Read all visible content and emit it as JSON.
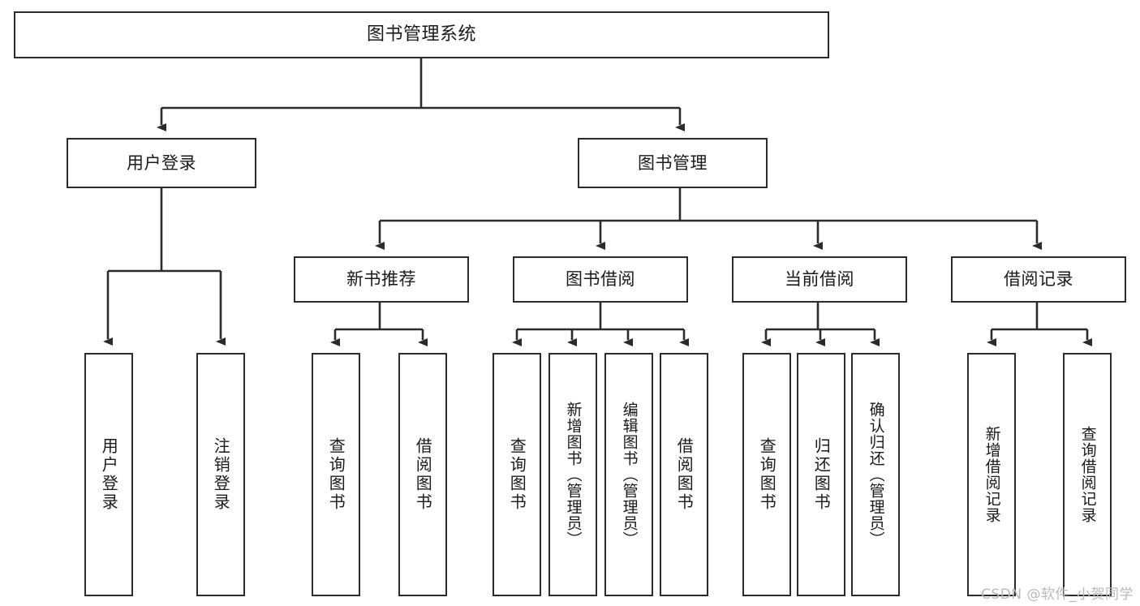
{
  "diagram": {
    "title": "图书管理系统",
    "type": "tree",
    "colors": {
      "stroke": "#2b2b2b",
      "fill": "#ffffff",
      "text": "#1a1a1a",
      "watermark": "#b9b9b9"
    },
    "watermark": "CSDN @软件_小贺同学"
  },
  "nodes": {
    "root": {
      "label": "图书管理系统"
    },
    "level2": [
      {
        "id": "user-login",
        "label": "用户登录"
      },
      {
        "id": "book-manage",
        "label": "图书管理"
      }
    ],
    "level3": [
      {
        "id": "new-book-rec",
        "label": "新书推荐"
      },
      {
        "id": "book-borrow",
        "label": "图书借阅"
      },
      {
        "id": "current-borrow",
        "label": "当前借阅"
      },
      {
        "id": "borrow-record",
        "label": "借阅记录"
      }
    ],
    "leaves": [
      {
        "id": "leaf-user-login",
        "label": "用户登录",
        "parent": "user-login"
      },
      {
        "id": "leaf-logout",
        "label": "注销登录",
        "parent": "user-login"
      },
      {
        "id": "leaf-query-book-1",
        "label": "查询图书",
        "parent": "new-book-rec"
      },
      {
        "id": "leaf-borrow-book-1",
        "label": "借阅图书",
        "parent": "new-book-rec"
      },
      {
        "id": "leaf-query-book-2",
        "label": "查询图书",
        "parent": "book-borrow"
      },
      {
        "id": "leaf-add-book",
        "label": "新增图书（管理员）",
        "parent": "book-borrow"
      },
      {
        "id": "leaf-edit-book",
        "label": "编辑图书（管理员）",
        "parent": "book-borrow"
      },
      {
        "id": "leaf-borrow-book-2",
        "label": "借阅图书",
        "parent": "book-borrow"
      },
      {
        "id": "leaf-query-book-3",
        "label": "查询图书",
        "parent": "current-borrow"
      },
      {
        "id": "leaf-return-book",
        "label": "归还图书",
        "parent": "current-borrow"
      },
      {
        "id": "leaf-confirm-return",
        "label": "确认归还（管理员）",
        "parent": "current-borrow"
      },
      {
        "id": "leaf-add-record",
        "label": "新增借阅记录",
        "parent": "borrow-record"
      },
      {
        "id": "leaf-query-record",
        "label": "查询借阅记录",
        "parent": "borrow-record"
      }
    ]
  }
}
